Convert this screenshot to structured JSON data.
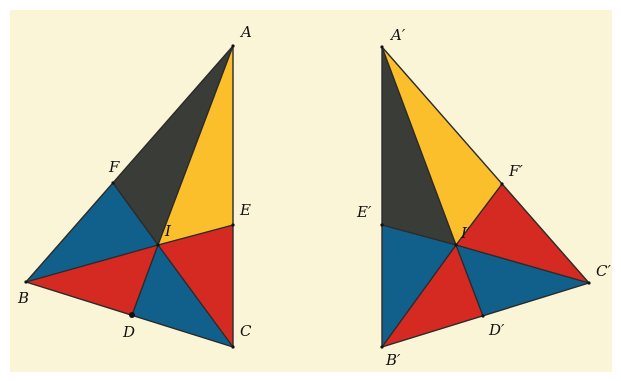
{
  "colors": {
    "background": "#fbf5d8",
    "dark": "#3a3c38",
    "yellow": "#fbbf2c",
    "blue": "#11608c",
    "red": "#d42a22",
    "dot": "#111111"
  },
  "left_figure": {
    "labels": {
      "A": "A",
      "B": "B",
      "C": "C",
      "D": "D",
      "E": "E",
      "F": "F",
      "I": "I"
    }
  },
  "right_figure": {
    "labels": {
      "A": "A′",
      "B": "B′",
      "C": "C′",
      "D": "D′",
      "E": "E′",
      "F": "F′",
      "I": "I′"
    }
  }
}
